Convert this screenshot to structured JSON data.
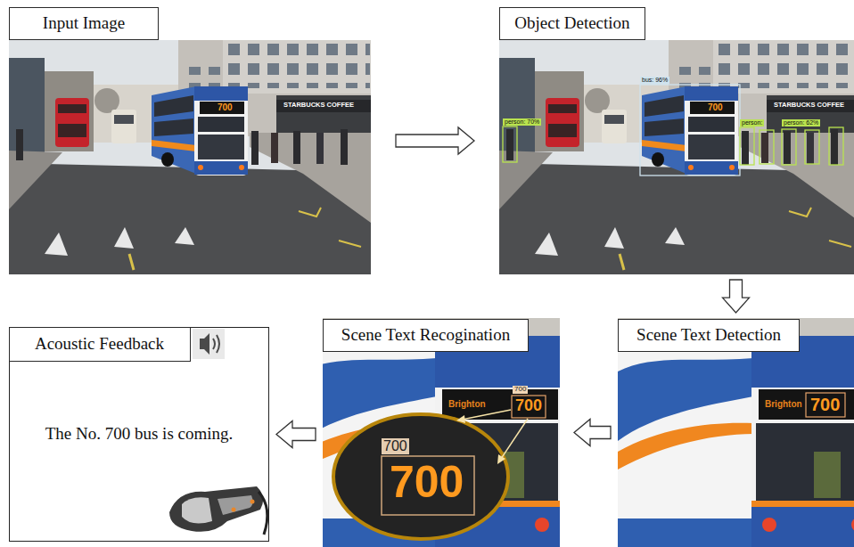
{
  "diagram": {
    "nodes": [
      {
        "text": [
          "Input Image"
        ]
      },
      {
        "text": [
          "Object Detection"
        ]
      },
      {
        "text": [
          "Acoustic Feedback",
          "The No. 700 bus is coming."
        ]
      },
      {
        "text": [
          "Scene Text Recogination"
        ]
      },
      {
        "text": [
          "Scene Text Detection"
        ]
      }
    ],
    "edges": [
      {
        "from": 0,
        "to": 1,
        "arrow": "to"
      },
      {
        "from": 1,
        "to": 4,
        "arrow": "to"
      },
      {
        "from": 4,
        "to": 3,
        "arrow": "to"
      },
      {
        "from": 3,
        "to": 2,
        "arrow": "to"
      }
    ],
    "labels": [
      "STARBUCKS COFFEE",
      "700",
      "bus: 96%",
      "person: 70%",
      "person:",
      "person: 62%",
      "STARBUCKS COFFEE",
      "700",
      "Brighton",
      "700",
      "Brighton",
      "700",
      "700",
      "700",
      "700"
    ]
  }
}
